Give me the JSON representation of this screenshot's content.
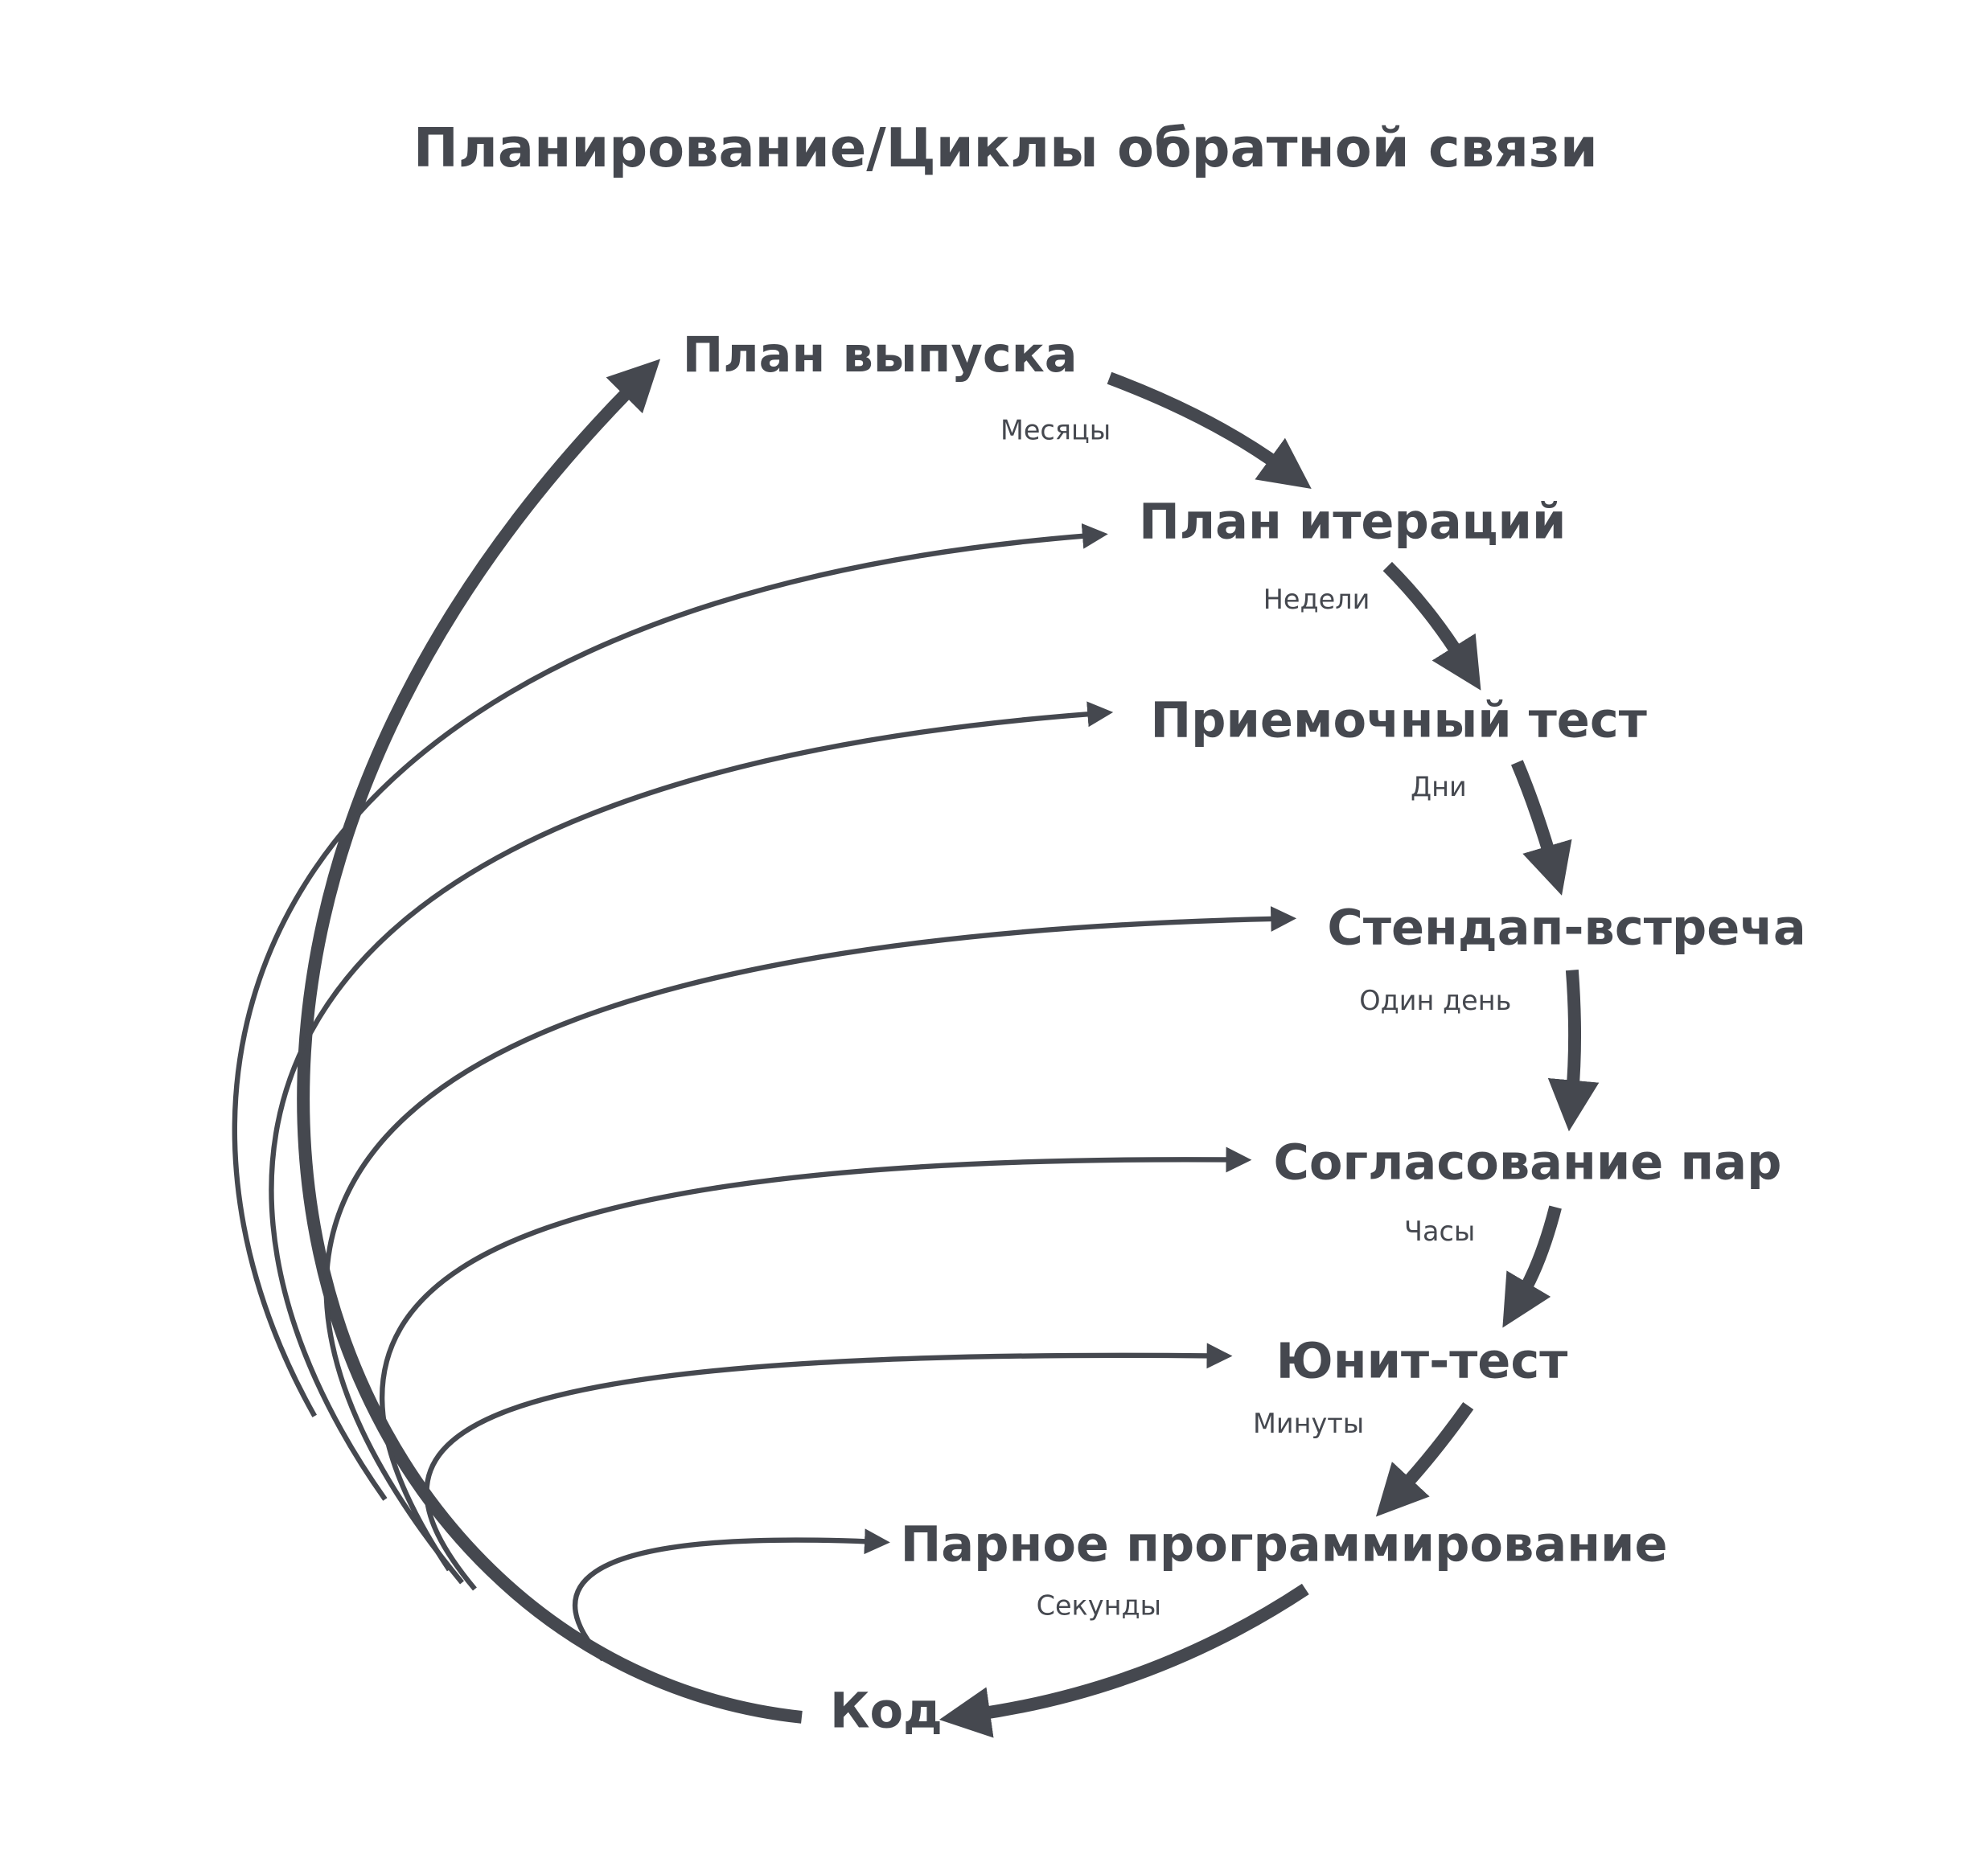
{
  "title": "Планирование/Циклы обратной связи",
  "nodes": [
    {
      "label": "План выпуска",
      "period": "Месяцы"
    },
    {
      "label": "План итераций",
      "period": "Недели"
    },
    {
      "label": "Приемочный тест",
      "period": "Дни"
    },
    {
      "label": "Стендап-встреча",
      "period": "Один день"
    },
    {
      "label": "Согласование пар",
      "period": "Часы"
    },
    {
      "label": "Юнит-тест",
      "period": "Минуты"
    },
    {
      "label": "Парное программирование",
      "period": "Секунды"
    },
    {
      "label": "Код"
    }
  ],
  "colors": {
    "ink": "#45484f",
    "background": "#ffffff"
  }
}
